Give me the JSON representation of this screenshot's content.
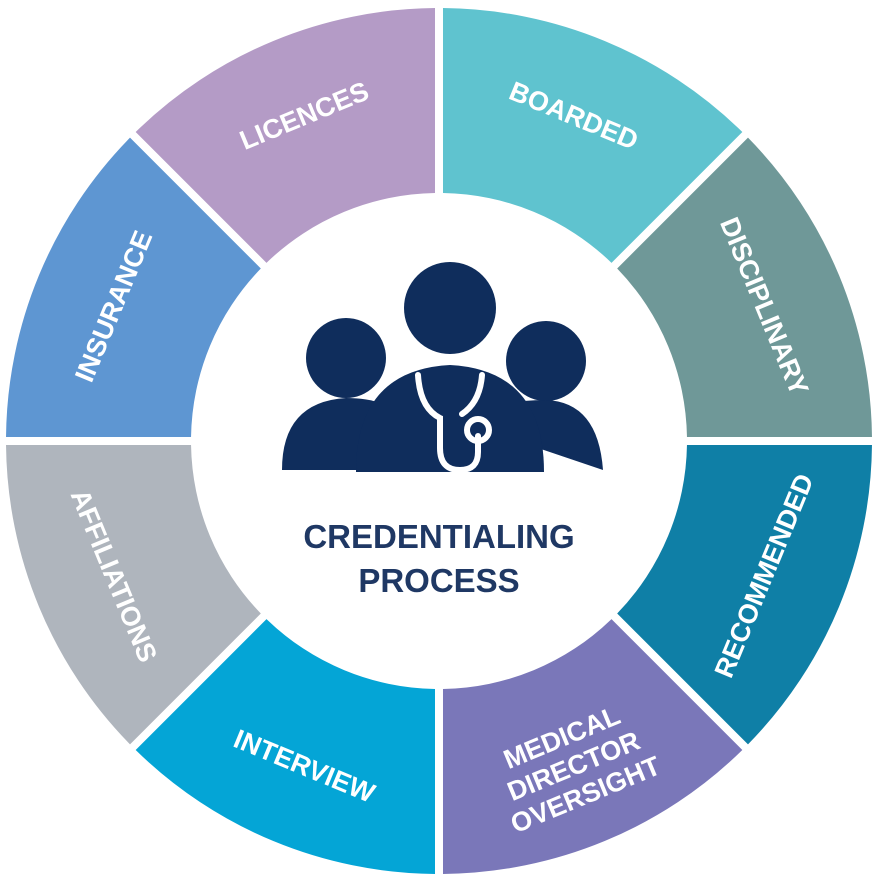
{
  "center": {
    "title_line1": "CREDENTIALING",
    "title_line2": "PROCESS",
    "text_color": "#1f3864",
    "icon_color": "#0f2d5c",
    "icon": "medical-team-stethoscope-icon"
  },
  "segments": [
    {
      "id": "boarded",
      "lines": [
        "BOARDED"
      ],
      "color": "#5fc3cf"
    },
    {
      "id": "disciplinary",
      "lines": [
        "DISCIPLINARY"
      ],
      "color": "#6f9898"
    },
    {
      "id": "recommended",
      "lines": [
        "RECOMMENDED"
      ],
      "color": "#0f7fa6"
    },
    {
      "id": "medical-director-oversight",
      "lines": [
        "MEDICAL",
        "DIRECTOR",
        "OVERSIGHT"
      ],
      "color": "#7a77b9"
    },
    {
      "id": "interview",
      "lines": [
        "INTERVIEW"
      ],
      "color": "#04a5d6"
    },
    {
      "id": "affiliations",
      "lines": [
        "AFFILIATIONS"
      ],
      "color": "#afb5bd"
    },
    {
      "id": "insurance",
      "lines": [
        "INSURANCE"
      ],
      "color": "#5e96d2"
    },
    {
      "id": "licences",
      "lines": [
        "LICENCES"
      ],
      "color": "#b49bc6"
    }
  ]
}
